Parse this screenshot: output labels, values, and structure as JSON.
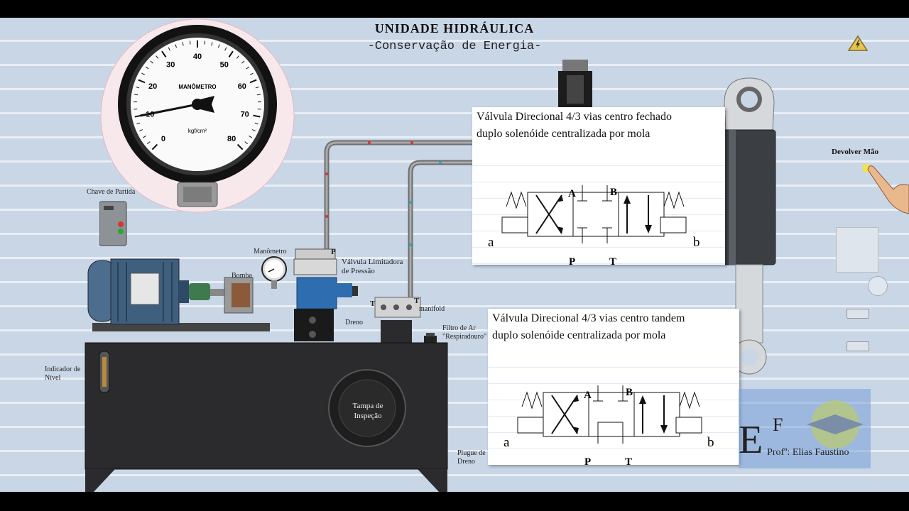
{
  "header": {
    "title": "UNIDADE HIDRÁULICA",
    "subtitle": "-Conservação de Energia-"
  },
  "gauge": {
    "label": "MANÔMETRO",
    "unit": "kgf/cm²",
    "ticks": [
      "0",
      "10",
      "20",
      "30",
      "40",
      "50",
      "60",
      "70",
      "80"
    ],
    "reading": 10
  },
  "labels": {
    "chave_partida": "Chave de Partida",
    "manometro": "Manômetro",
    "bomba": "Bomba",
    "valvula_limitadora_1": "Válvula Limitadora",
    "valvula_limitadora_2": "de Pressão",
    "manifold": "manifold",
    "dreno": "Dreno",
    "filtro_1": "Filtro de Ar",
    "filtro_2": "\"Respiradouro\"",
    "indicador_1": "Indicador de",
    "indicador_2": "Nível",
    "tampa_1": "Tampa de",
    "tampa_2": "Inspeção",
    "plugue_1": "Plugue de",
    "plugue_2": "Dreno",
    "port_p": "P",
    "port_t": "T"
  },
  "panel_top": {
    "title_line1": "Válvula Direcional 4/3 vias centro fechado",
    "title_line2": "duplo solenóide centralizada por mola",
    "port_a": "A",
    "port_b": "B",
    "port_p": "P",
    "port_t": "T",
    "sol_a": "a",
    "sol_b": "b"
  },
  "panel_bottom": {
    "title_line1": "Válvula Direcional 4/3 vias centro tandem",
    "title_line2": "duplo solenóide centralizada por mola",
    "port_a": "A",
    "port_b": "B",
    "port_p": "P",
    "port_t": "T",
    "sol_a": "a",
    "sol_b": "b"
  },
  "actions": {
    "devolver_mao": "Devolver Mão"
  },
  "logo": {
    "letters_e": "E",
    "letters_f": "F",
    "author": "Profº: Elias Faustino"
  },
  "colors": {
    "background": "#c9d6e6",
    "tank": "#2b2b2d",
    "motor": "#3f5f7f",
    "valve_blue": "#2e6db0"
  }
}
